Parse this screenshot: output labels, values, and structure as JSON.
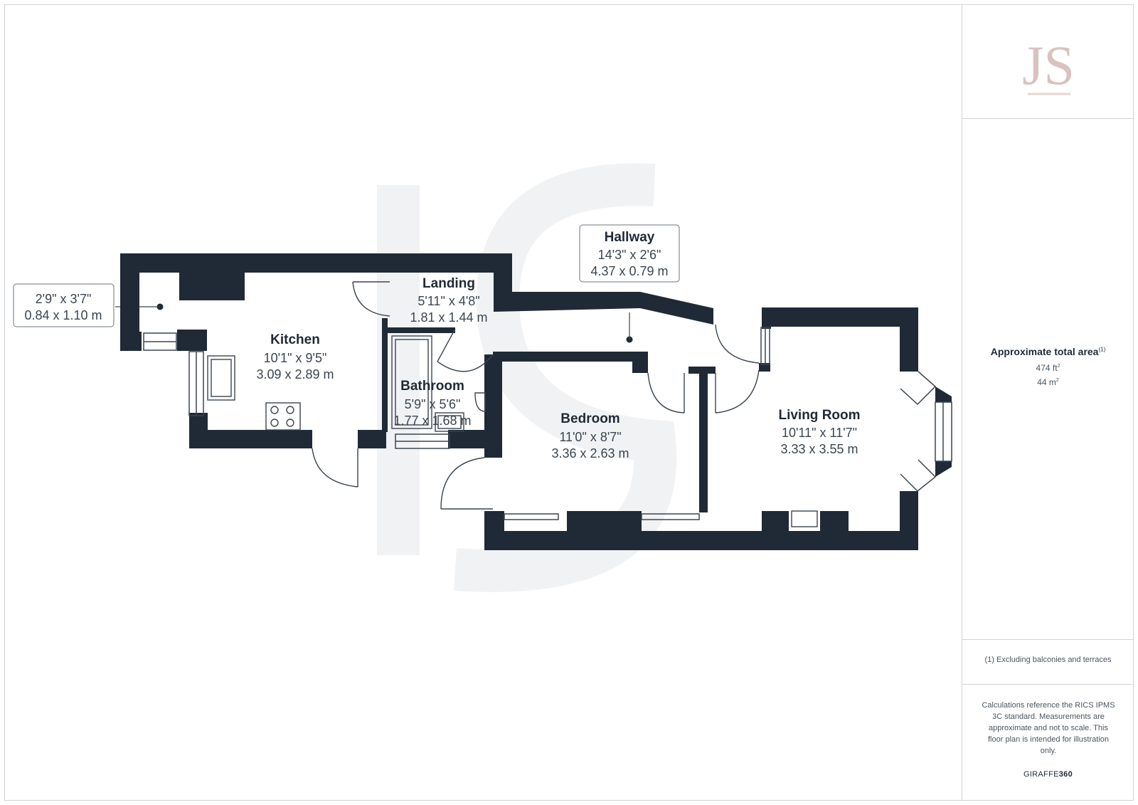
{
  "rooms": {
    "kitchen": {
      "name": "Kitchen",
      "imperial": "10'1\" x 9'5\"",
      "metric": "3.09 x 2.89 m"
    },
    "landing": {
      "name": "Landing",
      "imperial": "5'11\" x 4'8\"",
      "metric": "1.81 x 1.44 m"
    },
    "bathroom": {
      "name": "Bathroom",
      "imperial": "5'9\" x 5'6\"",
      "metric": "1.77 x 1.68 m"
    },
    "bedroom": {
      "name": "Bedroom",
      "imperial": "11'0\" x 8'7\"",
      "metric": "3.36 x 2.63 m"
    },
    "living_room": {
      "name": "Living Room",
      "imperial": "10'11\" x 11'7\"",
      "metric": "3.33 x 3.55 m"
    },
    "hallway": {
      "name": "Hallway",
      "imperial": "14'3\" x 2'6\"",
      "metric": "4.37 x 0.79 m"
    },
    "cupboard": {
      "imperial": "2'9\" x 3'7\"",
      "metric": "0.84 x 1.10 m"
    }
  },
  "sidebar": {
    "logo_text": "JS",
    "area_title": "Approximate total area",
    "area_note_marker": "(1)",
    "area_ft": "474 ft",
    "area_ft_sup": "2",
    "area_m": "44 m",
    "area_m_sup": "2",
    "exclusion_note": "(1) Excluding balconies and terraces",
    "calc_note": "Calculations reference the RICS IPMS 3C standard. Measurements are approximate and not to scale. This floor plan is intended for illustration only.",
    "brand_prefix": "GIRAFFE",
    "brand_suffix": "360"
  },
  "colors": {
    "wall": "#1f2a36",
    "line": "#3a4550",
    "label_border": "#6b7580",
    "watermark": "#f1f2f4",
    "logo": "#d9c2c0"
  }
}
